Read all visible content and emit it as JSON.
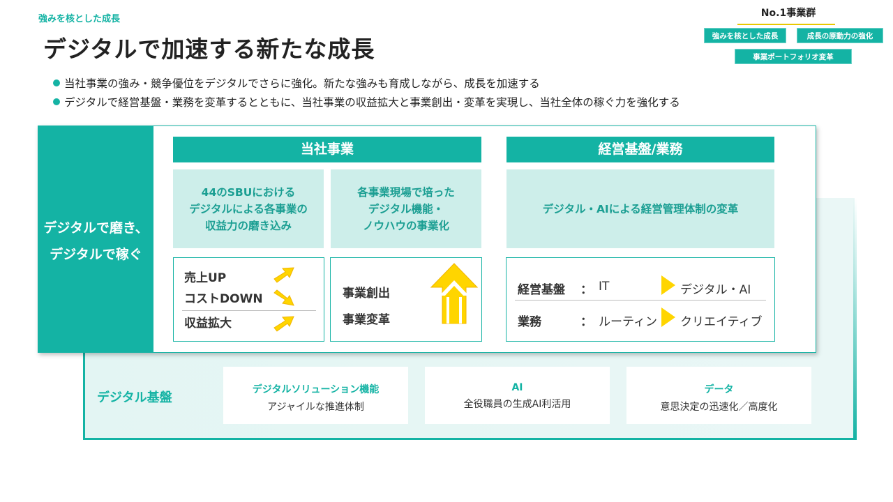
{
  "header": {
    "section_label": "強みを核とした成長",
    "title": "デジタルで加速する新たな成長"
  },
  "nav_diagram": {
    "top": "No.1事業群",
    "left_box": "強みを核とした成長",
    "right_box": "成長の原動力の強化",
    "bottom_box": "事業ポートフォリオ変革"
  },
  "bullets": [
    "当社事業の強み・競争優位をデジタルでさらに強化。新たな強みも育成しながら、成長を加速する",
    "デジタルで経営基盤・業務を変革するとともに、当社事業の収益拡大と事業創出・変革を実現し、当社全体の稼ぐ力を強化する"
  ],
  "main": {
    "side_label_line1": "デジタルで磨き、",
    "side_label_line2": "デジタルで稼ぐ",
    "company_header": "当社事業",
    "mgmt_header": "経営基盤/業務",
    "company_box1_lines": [
      "44のSBUにおける",
      "デジタルによる各事業の",
      "収益力の磨き込み"
    ],
    "company_box2_lines": [
      "各事業現場で培った",
      "デジタル機能・",
      "ノウハウの事業化"
    ],
    "mgmt_box": "デジタル・AIによる経営管理体制の変革",
    "effects": {
      "sales_up": "売上UP",
      "cost_down": "コストDOWN",
      "profit_expand": "収益拡大"
    },
    "business": {
      "creation": "事業創出",
      "transformation": "事業変革"
    },
    "mgmt_rows": [
      {
        "label": "経営基盤",
        "colon": "：",
        "from": "IT",
        "to": "デジタル・AI"
      },
      {
        "label": "業務",
        "colon": "：",
        "from": "ルーティン",
        "to": "クリエイティブ"
      }
    ]
  },
  "digital_base": {
    "label": "デジタル基盤",
    "cards": [
      {
        "title": "デジタルソリューション機能",
        "subtitle": "アジャイルな推進体制"
      },
      {
        "title": "AI",
        "subtitle": "全役職員の生成AI利活用"
      },
      {
        "title": "データ",
        "subtitle": "意思決定の迅速化／高度化"
      }
    ]
  },
  "colors": {
    "teal": "#14b3a4",
    "light_teal": "#cdeeea",
    "arrow_yellow": "#ffd500"
  }
}
